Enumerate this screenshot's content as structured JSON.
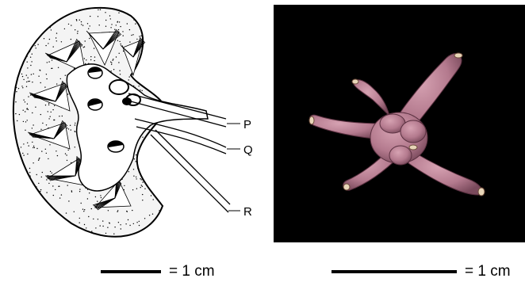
{
  "diagram": {
    "labels": [
      "P",
      "Q",
      "R"
    ]
  },
  "scale_bars": {
    "left": "= 1 cm",
    "right": "= 1 cm"
  }
}
